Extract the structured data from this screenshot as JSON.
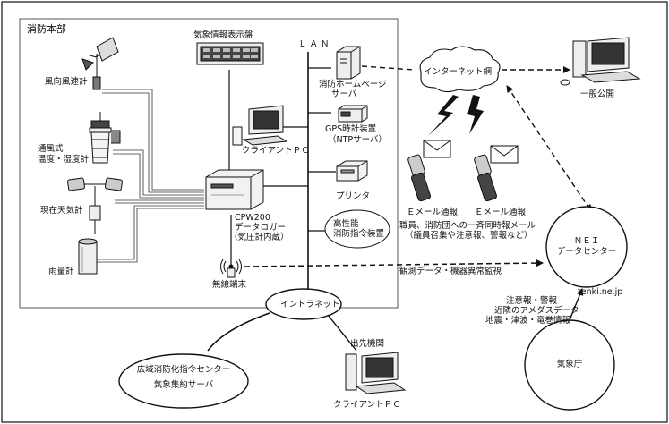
{
  "labels": {
    "hq": "消防本部",
    "weather_display": "気象情報表示盤",
    "lan": "ＬＡＮ",
    "anemometer": "風向風速計",
    "thermo": [
      "通風式",
      "温度・湿度計"
    ],
    "present_weather": "現在天気計",
    "rain_gauge": "雨量計",
    "client_pc": "クライアントＰＣ",
    "web_server": [
      "消防ホームページ",
      "サーバ"
    ],
    "gps": [
      "GPS時計装置",
      "（NTPサーバ）"
    ],
    "printer": "プリンタ",
    "logger": [
      "CPW200",
      "データロガー",
      "（気圧計内蔵）"
    ],
    "command": [
      "高性能",
      "消防指令装置"
    ],
    "radio": "無線端末",
    "intranet": "イントラネット",
    "internet": "インターネット網",
    "public": "一般公開",
    "email1": "Ｅメール通報",
    "email2": "Ｅメール通報",
    "mail_desc": [
      "職員、消防団への一斉同時報メール",
      "（議員召集や注意報、警報など）"
    ],
    "monitor": "観測データ・機器異常監視",
    "nei": [
      "ＮＥＩ",
      "データセンター"
    ],
    "tenki": "tenki.ne.jp",
    "jma_data": [
      "注意報・警報",
      "近隣のアメダスデータ",
      "地震・津波・竜巻情報"
    ],
    "jma": "気象庁",
    "dispatch": "出先機関",
    "client_pc2": "クライアントＰＣ",
    "regional": [
      "広域消防化指令センター",
      "気象集約サーバ"
    ]
  }
}
